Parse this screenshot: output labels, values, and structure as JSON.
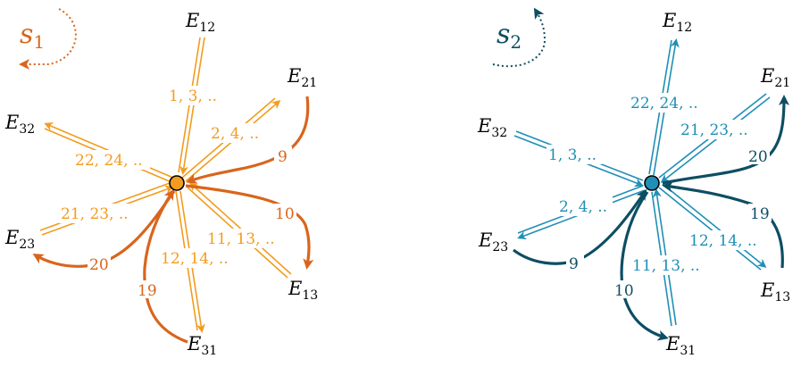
{
  "colors": {
    "orange_light": "#f39c1f",
    "orange_dark": "#d9651c",
    "teal_light": "#1f8fb5",
    "teal_dark": "#0d4e63",
    "node_fill_left": "#f39c1f",
    "node_fill_right": "#1f8fb5"
  },
  "left": {
    "state_name": "s",
    "state_sub": "1",
    "nodes": {
      "E12": {
        "name": "E",
        "sub": "12"
      },
      "E21": {
        "name": "E",
        "sub": "21"
      },
      "E32": {
        "name": "E",
        "sub": "32"
      },
      "E23": {
        "name": "E",
        "sub": "23"
      },
      "E13": {
        "name": "E",
        "sub": "13"
      },
      "E31": {
        "name": "E",
        "sub": "31"
      }
    },
    "labels": {
      "e12_in": "1, 3, ..",
      "e21_out": "2, 4, ..",
      "e32_out": "22, 24, ..",
      "e23_in": "21, 23, ..",
      "e13_in": "11, 13, ..",
      "e31_out": "12, 14, ..",
      "curve_e21": "9",
      "curve_e13": "10",
      "curve_e23": "20",
      "curve_e31": "19"
    }
  },
  "right": {
    "state_name": "s",
    "state_sub": "2",
    "nodes": {
      "E12": {
        "name": "E",
        "sub": "12"
      },
      "E21": {
        "name": "E",
        "sub": "21"
      },
      "E32": {
        "name": "E",
        "sub": "32"
      },
      "E23": {
        "name": "E",
        "sub": "23"
      },
      "E13": {
        "name": "E",
        "sub": "13"
      },
      "E31": {
        "name": "E",
        "sub": "31"
      }
    },
    "labels": {
      "e12_out": "22, 24, ..",
      "e21_in": "21, 23, ..",
      "e32_in": "1, 3, ..",
      "e23_out": "2, 4, ..",
      "e31_in": "11, 13, ..",
      "e13_out": "12, 14, ..",
      "curve_e23": "9",
      "curve_e31": "10",
      "curve_e21": "20",
      "curve_e13": "19"
    }
  }
}
